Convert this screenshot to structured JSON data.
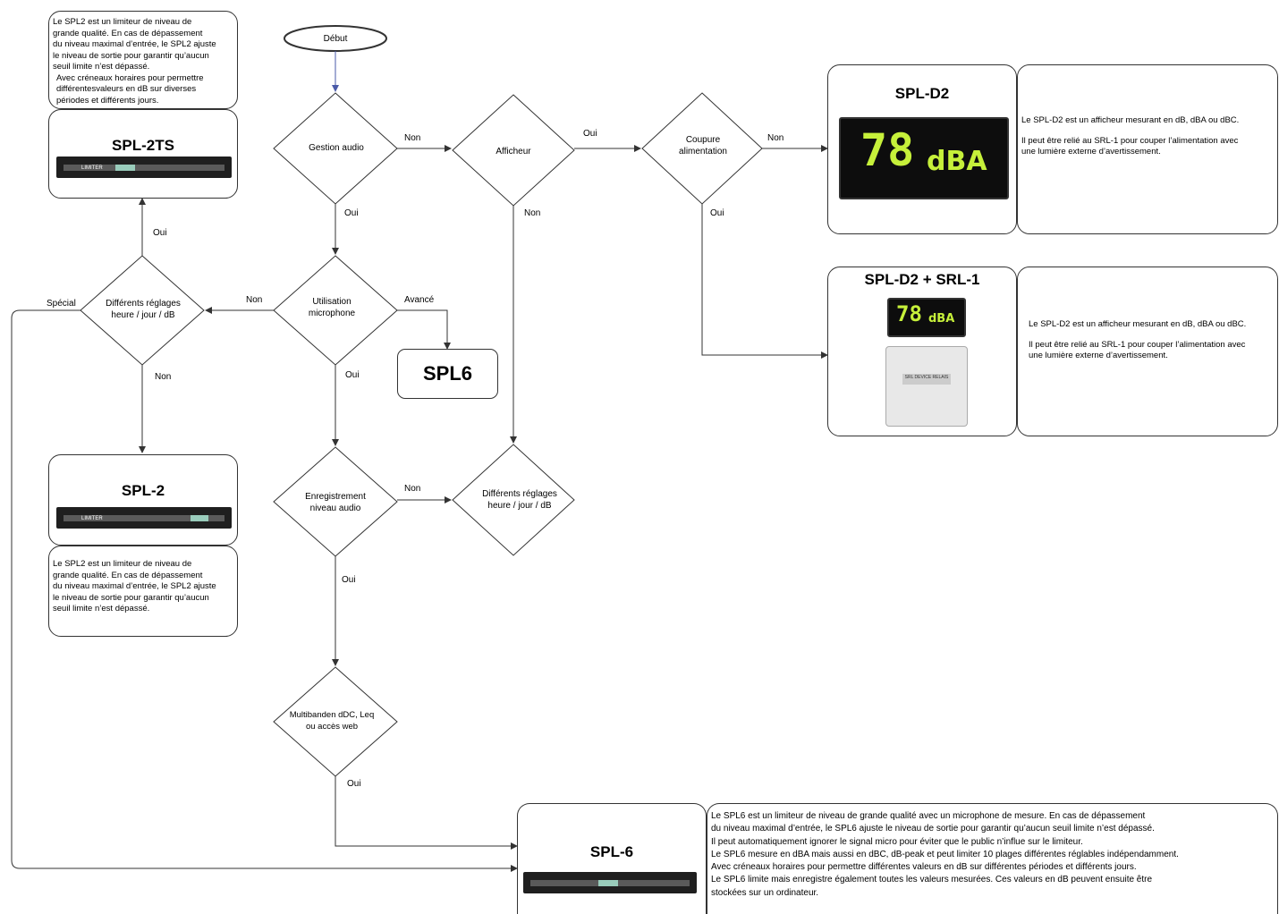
{
  "nodes": {
    "debut": "Début",
    "gestion_audio": "Gestion audio",
    "afficheur": "Afficheur",
    "coupure_alimentation": [
      "Coupure",
      "alimentation"
    ],
    "utilisation_microphone": [
      "Utilisation",
      "microphone"
    ],
    "reglages_gauche": [
      "Différents réglages",
      "heure / jour / dB"
    ],
    "reglages_milieu": [
      "Différents réglages",
      "heure / jour / dB"
    ],
    "enregistrement": [
      "Enregistrement",
      "niveau audio"
    ],
    "multibanden": [
      "Multibanden dDC, Leq",
      "ou accès web"
    ]
  },
  "edge_labels": {
    "non_gestion": "Non",
    "oui_gestion": "Oui",
    "oui_afficheur": "Oui",
    "non_afficheur": "Non",
    "non_coupure": "Non",
    "oui_coupure": "Oui",
    "oui_reglages": "Oui",
    "special": "Spécial",
    "non_reglages": "Non",
    "non_micro": "Non",
    "avance": "Avancé",
    "oui_micro": "Oui",
    "non_enreg": "Non",
    "oui_enreg": "Oui",
    "oui_multi": "Oui"
  },
  "products": {
    "spl2ts": {
      "title": "SPL-2TS",
      "rack_text": "LIMITER",
      "desc_a": [
        "Le SPL2 est un limiteur de niveau de",
        "grande qualité. En cas de dépassement",
        "du niveau maximal d’entrée, le SPL2 ajuste",
        "le niveau de sortie pour garantir qu’aucun",
        "seuil limite n’est dépassé."
      ],
      "desc_b": [
        "Avec créneaux horaires pour permettre",
        "différentesvaleurs en dB sur diverses",
        "périodes et différents jours."
      ]
    },
    "spl2": {
      "title": "SPL-2",
      "rack_text": "LIMITER",
      "desc": [
        "Le SPL2 est un limiteur de niveau de",
        "grande qualité. En cas de dépassement",
        "du niveau maximal d’entrée, le SPL2 ajuste",
        "le niveau de sortie pour garantir qu’aucun",
        "seuil limite n’est dépassé."
      ]
    },
    "spl6_small": {
      "title": "SPL6"
    },
    "spld2": {
      "title": "SPL-D2",
      "display_value": "78",
      "display_unit": "dBA",
      "desc_a": "Le SPL-D2 est un afficheur mesurant en dB, dBA ou dBC.",
      "desc_b": [
        "Il peut être relié au SRL-1 pour couper l’alimentation avec",
        "une lumière externe d’avertissement."
      ]
    },
    "spld2_srl1": {
      "title": "SPL-D2 + SRL-1",
      "display_value": "78",
      "display_unit": "dBA",
      "relay_label": "SRL DEVICE RELAIS",
      "desc_a": "Le SPL-D2 est un afficheur mesurant en dB, dBA ou dBC.",
      "desc_b": [
        "Il peut être relié au SRL-1 pour couper l’alimentation avec",
        "une lumière externe d’avertissement."
      ]
    },
    "spl6": {
      "title": "SPL-6",
      "desc": [
        "Le SPL6 est un limiteur de niveau de grande qualité avec un microphone de mesure. En cas de dépassement",
        "du niveau maximal d’entrée, le SPL6 ajuste le niveau de sortie pour garantir qu’aucun seuil limite n’est dépassé.",
        "Il peut automatiquement ignorer le signal micro pour éviter que le public n’influe sur le limiteur.",
        "Le SPL6 mesure en dBA mais aussi en dBC, dB-peak et peut limiter 10 plages différentes réglables indépendamment.",
        "Avec créneaux horaires pour permettre différentes valeurs en dB sur différentes périodes et différents jours.",
        "Le SPL6 limite mais enregistre également toutes les valeurs mesurées. Ces valeurs en dB peuvent ensuite être",
        "stockées sur un ordinateur."
      ]
    }
  },
  "colors": {
    "line": "#333333",
    "arrow_start": "#4a5aa8",
    "display_text": "#c6f03a"
  }
}
